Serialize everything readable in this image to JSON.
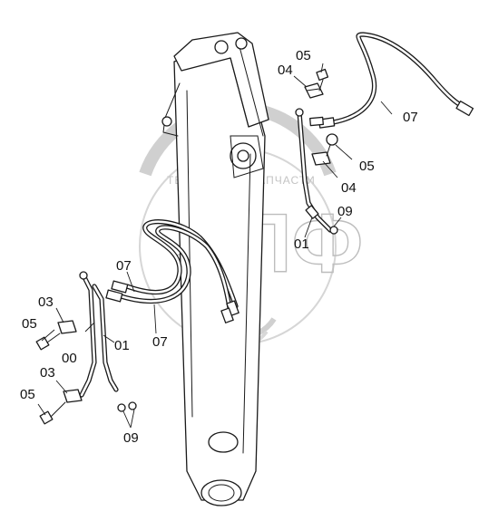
{
  "diagram": {
    "watermark": {
      "brand": "ЭПФ",
      "line_left": "ТЕХНИКА",
      "line_right": "ЗАПЧАСТИ"
    },
    "callouts": [
      {
        "id": "c05-top",
        "text": "05"
      },
      {
        "id": "c04-top",
        "text": "04"
      },
      {
        "id": "c07-top",
        "text": "07"
      },
      {
        "id": "c05-mid",
        "text": "05"
      },
      {
        "id": "c04-mid",
        "text": "04"
      },
      {
        "id": "c09-right",
        "text": "09"
      },
      {
        "id": "c01-right",
        "text": "01"
      },
      {
        "id": "c07-left-up",
        "text": "07"
      },
      {
        "id": "c03-upper",
        "text": "03"
      },
      {
        "id": "c05-left-upper",
        "text": "05"
      },
      {
        "id": "c00",
        "text": "00"
      },
      {
        "id": "c01-left",
        "text": "01"
      },
      {
        "id": "c07-left-low",
        "text": "07"
      },
      {
        "id": "c03-lower",
        "text": "03"
      },
      {
        "id": "c05-left-lower",
        "text": "05"
      },
      {
        "id": "c09-left",
        "text": "09"
      }
    ]
  }
}
